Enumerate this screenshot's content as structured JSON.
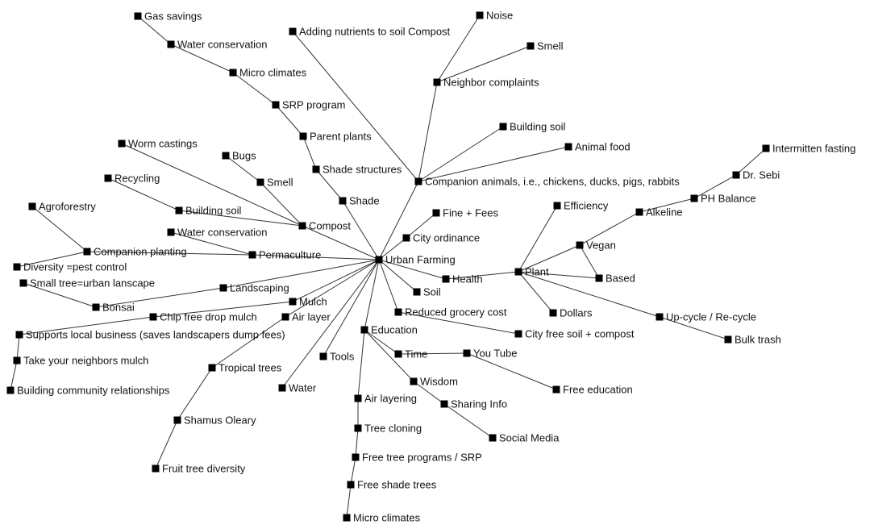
{
  "diagram": {
    "type": "network-graph",
    "nodes": [
      {
        "id": "urban_farming",
        "label": "Urban Farming"
      },
      {
        "id": "gas_savings",
        "label": "Gas savings"
      },
      {
        "id": "water_conservation_1",
        "label": "Water conservation"
      },
      {
        "id": "micro_climates_1",
        "label": "Micro climates"
      },
      {
        "id": "srp_program",
        "label": "SRP program"
      },
      {
        "id": "parent_plants",
        "label": "Parent plants"
      },
      {
        "id": "shade_structures",
        "label": "Shade structures"
      },
      {
        "id": "shade",
        "label": "Shade"
      },
      {
        "id": "adding_nutrients",
        "label": "Adding nutrients to soil Compost"
      },
      {
        "id": "noise",
        "label": "Noise"
      },
      {
        "id": "smell_1",
        "label": "Smell"
      },
      {
        "id": "neighbor_complaints",
        "label": "Neighbor complaints"
      },
      {
        "id": "building_soil_1",
        "label": "Building soil"
      },
      {
        "id": "animal_food",
        "label": "Animal food"
      },
      {
        "id": "companion_animals",
        "label": "Companion animals, i.e., chickens, ducks, pigs, rabbits"
      },
      {
        "id": "intermitten_fasting",
        "label": "Intermitten fasting"
      },
      {
        "id": "dr_sebi",
        "label": "Dr. Sebi"
      },
      {
        "id": "ph_balance",
        "label": "PH Balance"
      },
      {
        "id": "alkeline",
        "label": "Alkeline"
      },
      {
        "id": "efficiency",
        "label": "Efficiency"
      },
      {
        "id": "vegan",
        "label": "Vegan"
      },
      {
        "id": "plant",
        "label": "Plant"
      },
      {
        "id": "based",
        "label": "Based"
      },
      {
        "id": "dollars",
        "label": "Dollars"
      },
      {
        "id": "upcycle",
        "label": "Up-cycle / Re-cycle"
      },
      {
        "id": "bulk_trash",
        "label": "Bulk trash"
      },
      {
        "id": "health",
        "label": "Health"
      },
      {
        "id": "fine_fees",
        "label": "Fine + Fees"
      },
      {
        "id": "city_ordinance",
        "label": "City ordinance"
      },
      {
        "id": "soil",
        "label": "Soil"
      },
      {
        "id": "reduced_grocery",
        "label": "Reduced grocery cost"
      },
      {
        "id": "city_free_soil",
        "label": "City free soil + compost"
      },
      {
        "id": "worm_castings",
        "label": "Worm castings"
      },
      {
        "id": "bugs",
        "label": "Bugs"
      },
      {
        "id": "smell_2",
        "label": "Smell"
      },
      {
        "id": "recycling",
        "label": "Recycling"
      },
      {
        "id": "building_soil_2",
        "label": "Building soil"
      },
      {
        "id": "compost",
        "label": "Compost"
      },
      {
        "id": "agroforestry",
        "label": "Agroforestry"
      },
      {
        "id": "water_conservation_2",
        "label": "Water conservation"
      },
      {
        "id": "companion_planting",
        "label": "Companion planting"
      },
      {
        "id": "permaculture",
        "label": "Permaculture"
      },
      {
        "id": "diversity_pest",
        "label": "Diversity =pest control"
      },
      {
        "id": "small_tree",
        "label": "Small tree=urban lanscape"
      },
      {
        "id": "landscaping",
        "label": "Landscaping"
      },
      {
        "id": "bonsai",
        "label": "Bonsai"
      },
      {
        "id": "mulch",
        "label": "Mulch"
      },
      {
        "id": "chip_free",
        "label": "Chip free drop mulch"
      },
      {
        "id": "air_layer",
        "label": "Air layer"
      },
      {
        "id": "supports_local",
        "label": "Supports local business (saves landscapers dump fees)"
      },
      {
        "id": "take_neighbors_mulch",
        "label": "Take your neighbors mulch"
      },
      {
        "id": "building_community",
        "label": "Building community relationships"
      },
      {
        "id": "tropical_trees",
        "label": "Tropical trees"
      },
      {
        "id": "shamus_oleary",
        "label": "Shamus Oleary"
      },
      {
        "id": "fruit_tree_diversity",
        "label": "Fruit tree diversity"
      },
      {
        "id": "water",
        "label": "Water"
      },
      {
        "id": "tools",
        "label": "Tools"
      },
      {
        "id": "education",
        "label": "Education"
      },
      {
        "id": "time",
        "label": "Time"
      },
      {
        "id": "youtube",
        "label": "You Tube"
      },
      {
        "id": "free_education",
        "label": "Free education"
      },
      {
        "id": "wisdom",
        "label": "Wisdom"
      },
      {
        "id": "sharing_info",
        "label": "Sharing Info"
      },
      {
        "id": "social_media",
        "label": "Social Media"
      },
      {
        "id": "air_layering",
        "label": "Air layering"
      },
      {
        "id": "tree_cloning",
        "label": "Tree cloning"
      },
      {
        "id": "free_tree_programs",
        "label": "Free tree programs / SRP"
      },
      {
        "id": "free_shade_trees",
        "label": "Free shade trees"
      },
      {
        "id": "micro_climates_2",
        "label": "Micro climates"
      }
    ],
    "edges": [
      [
        "gas_savings",
        "water_conservation_1"
      ],
      [
        "water_conservation_1",
        "micro_climates_1"
      ],
      [
        "micro_climates_1",
        "srp_program"
      ],
      [
        "srp_program",
        "parent_plants"
      ],
      [
        "parent_plants",
        "shade_structures"
      ],
      [
        "shade_structures",
        "shade"
      ],
      [
        "shade",
        "urban_farming"
      ],
      [
        "adding_nutrients",
        "companion_animals"
      ],
      [
        "noise",
        "neighbor_complaints"
      ],
      [
        "smell_1",
        "neighbor_complaints"
      ],
      [
        "neighbor_complaints",
        "companion_animals"
      ],
      [
        "building_soil_1",
        "companion_animals"
      ],
      [
        "animal_food",
        "companion_animals"
      ],
      [
        "companion_animals",
        "urban_farming"
      ],
      [
        "intermitten_fasting",
        "dr_sebi"
      ],
      [
        "dr_sebi",
        "ph_balance"
      ],
      [
        "ph_balance",
        "alkeline"
      ],
      [
        "alkeline",
        "vegan"
      ],
      [
        "vegan",
        "plant"
      ],
      [
        "vegan",
        "based"
      ],
      [
        "plant",
        "based"
      ],
      [
        "plant",
        "efficiency"
      ],
      [
        "plant",
        "dollars"
      ],
      [
        "plant",
        "upcycle"
      ],
      [
        "upcycle",
        "bulk_trash"
      ],
      [
        "plant",
        "health"
      ],
      [
        "health",
        "urban_farming"
      ],
      [
        "fine_fees",
        "city_ordinance"
      ],
      [
        "city_ordinance",
        "urban_farming"
      ],
      [
        "soil",
        "urban_farming"
      ],
      [
        "reduced_grocery",
        "urban_farming"
      ],
      [
        "reduced_grocery",
        "city_free_soil"
      ],
      [
        "worm_castings",
        "compost"
      ],
      [
        "bugs",
        "smell_2"
      ],
      [
        "smell_2",
        "compost"
      ],
      [
        "recycling",
        "building_soil_2"
      ],
      [
        "building_soil_2",
        "compost"
      ],
      [
        "compost",
        "urban_farming"
      ],
      [
        "agroforestry",
        "companion_planting"
      ],
      [
        "companion_planting",
        "permaculture"
      ],
      [
        "companion_planting",
        "diversity_pest"
      ],
      [
        "water_conservation_2",
        "permaculture"
      ],
      [
        "permaculture",
        "urban_farming"
      ],
      [
        "small_tree",
        "bonsai"
      ],
      [
        "bonsai",
        "landscaping"
      ],
      [
        "landscaping",
        "urban_farming"
      ],
      [
        "chip_free",
        "mulch"
      ],
      [
        "mulch",
        "urban_farming"
      ],
      [
        "supports_local",
        "chip_free"
      ],
      [
        "supports_local",
        "take_neighbors_mulch"
      ],
      [
        "take_neighbors_mulch",
        "building_community"
      ],
      [
        "air_layer",
        "urban_farming"
      ],
      [
        "tropical_trees",
        "air_layer"
      ],
      [
        "tropical_trees",
        "shamus_oleary"
      ],
      [
        "shamus_oleary",
        "fruit_tree_diversity"
      ],
      [
        "water",
        "urban_farming"
      ],
      [
        "tools",
        "urban_farming"
      ],
      [
        "education",
        "urban_farming"
      ],
      [
        "education",
        "time"
      ],
      [
        "time",
        "youtube"
      ],
      [
        "youtube",
        "free_education"
      ],
      [
        "education",
        "wisdom"
      ],
      [
        "wisdom",
        "sharing_info"
      ],
      [
        "sharing_info",
        "social_media"
      ],
      [
        "education",
        "air_layering"
      ],
      [
        "air_layering",
        "tree_cloning"
      ],
      [
        "tree_cloning",
        "free_tree_programs"
      ],
      [
        "free_tree_programs",
        "free_shade_trees"
      ],
      [
        "free_shade_trees",
        "micro_climates_2"
      ]
    ]
  }
}
